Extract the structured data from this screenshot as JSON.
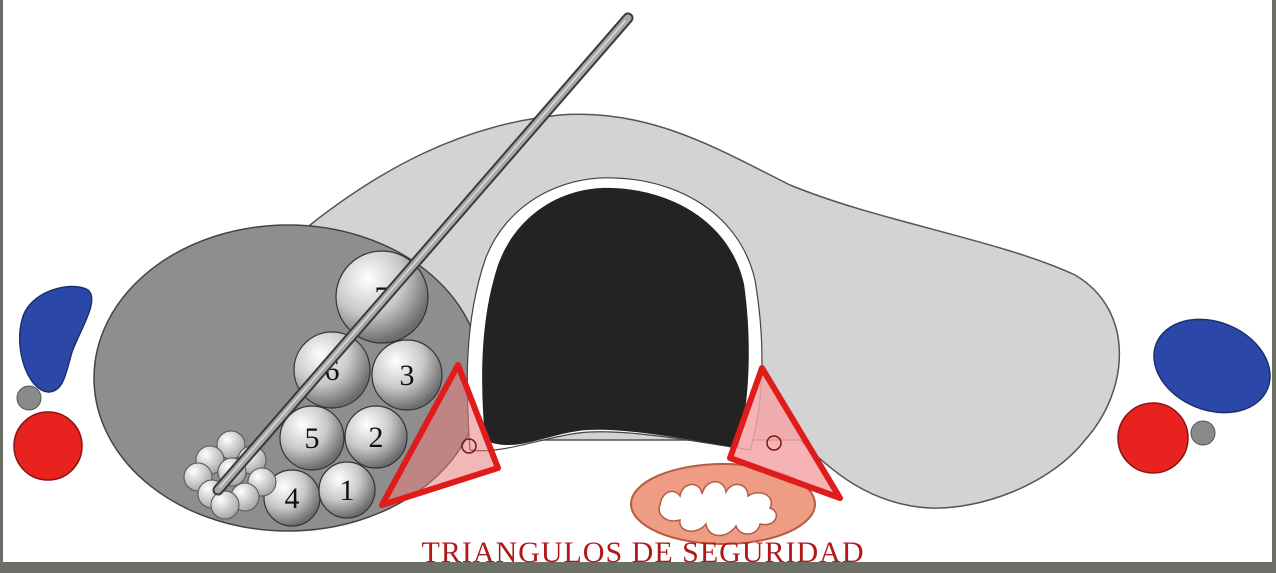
{
  "caption": "TRIANGULOS DE SEGURIDAD",
  "numbered_roots": {
    "n1": "1",
    "n2": "2",
    "n3": "3",
    "n4": "4",
    "n5": "5",
    "n6": "6",
    "n7": "7"
  },
  "colors": {
    "safety_triangle": "#e01b1b",
    "artery": "#e8231f",
    "vein": "#2b48a8",
    "caption": "#b01818"
  }
}
